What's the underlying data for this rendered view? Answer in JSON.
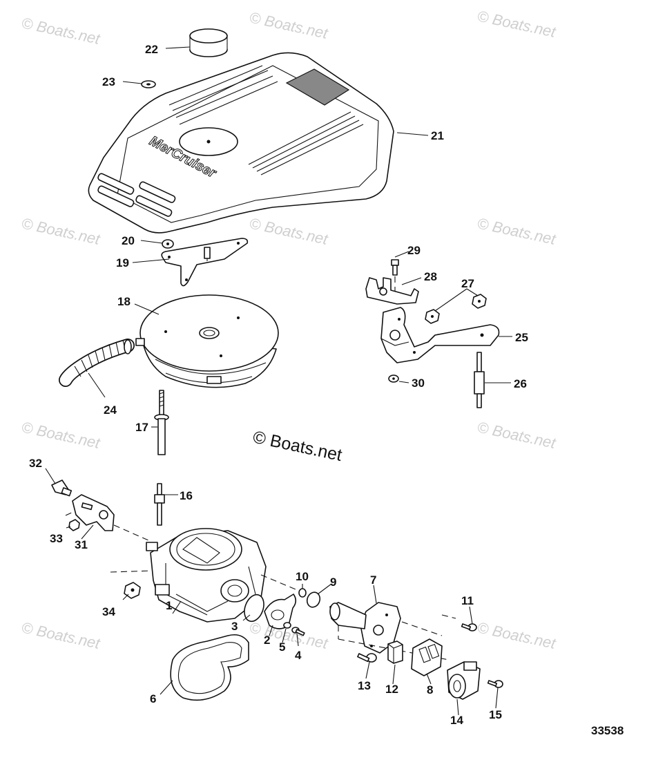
{
  "watermark_text": "© Boats.net",
  "center_watermark": "© Boats.net",
  "brand_text": "MerCruiser",
  "diagram_number": "33538",
  "callouts": [
    "1",
    "2",
    "3",
    "4",
    "5",
    "6",
    "7",
    "8",
    "9",
    "10",
    "11",
    "12",
    "13",
    "14",
    "15",
    "16",
    "17",
    "18",
    "19",
    "20",
    "21",
    "22",
    "23",
    "24",
    "25",
    "26",
    "27",
    "28",
    "29",
    "30",
    "31",
    "32",
    "33",
    "34"
  ]
}
